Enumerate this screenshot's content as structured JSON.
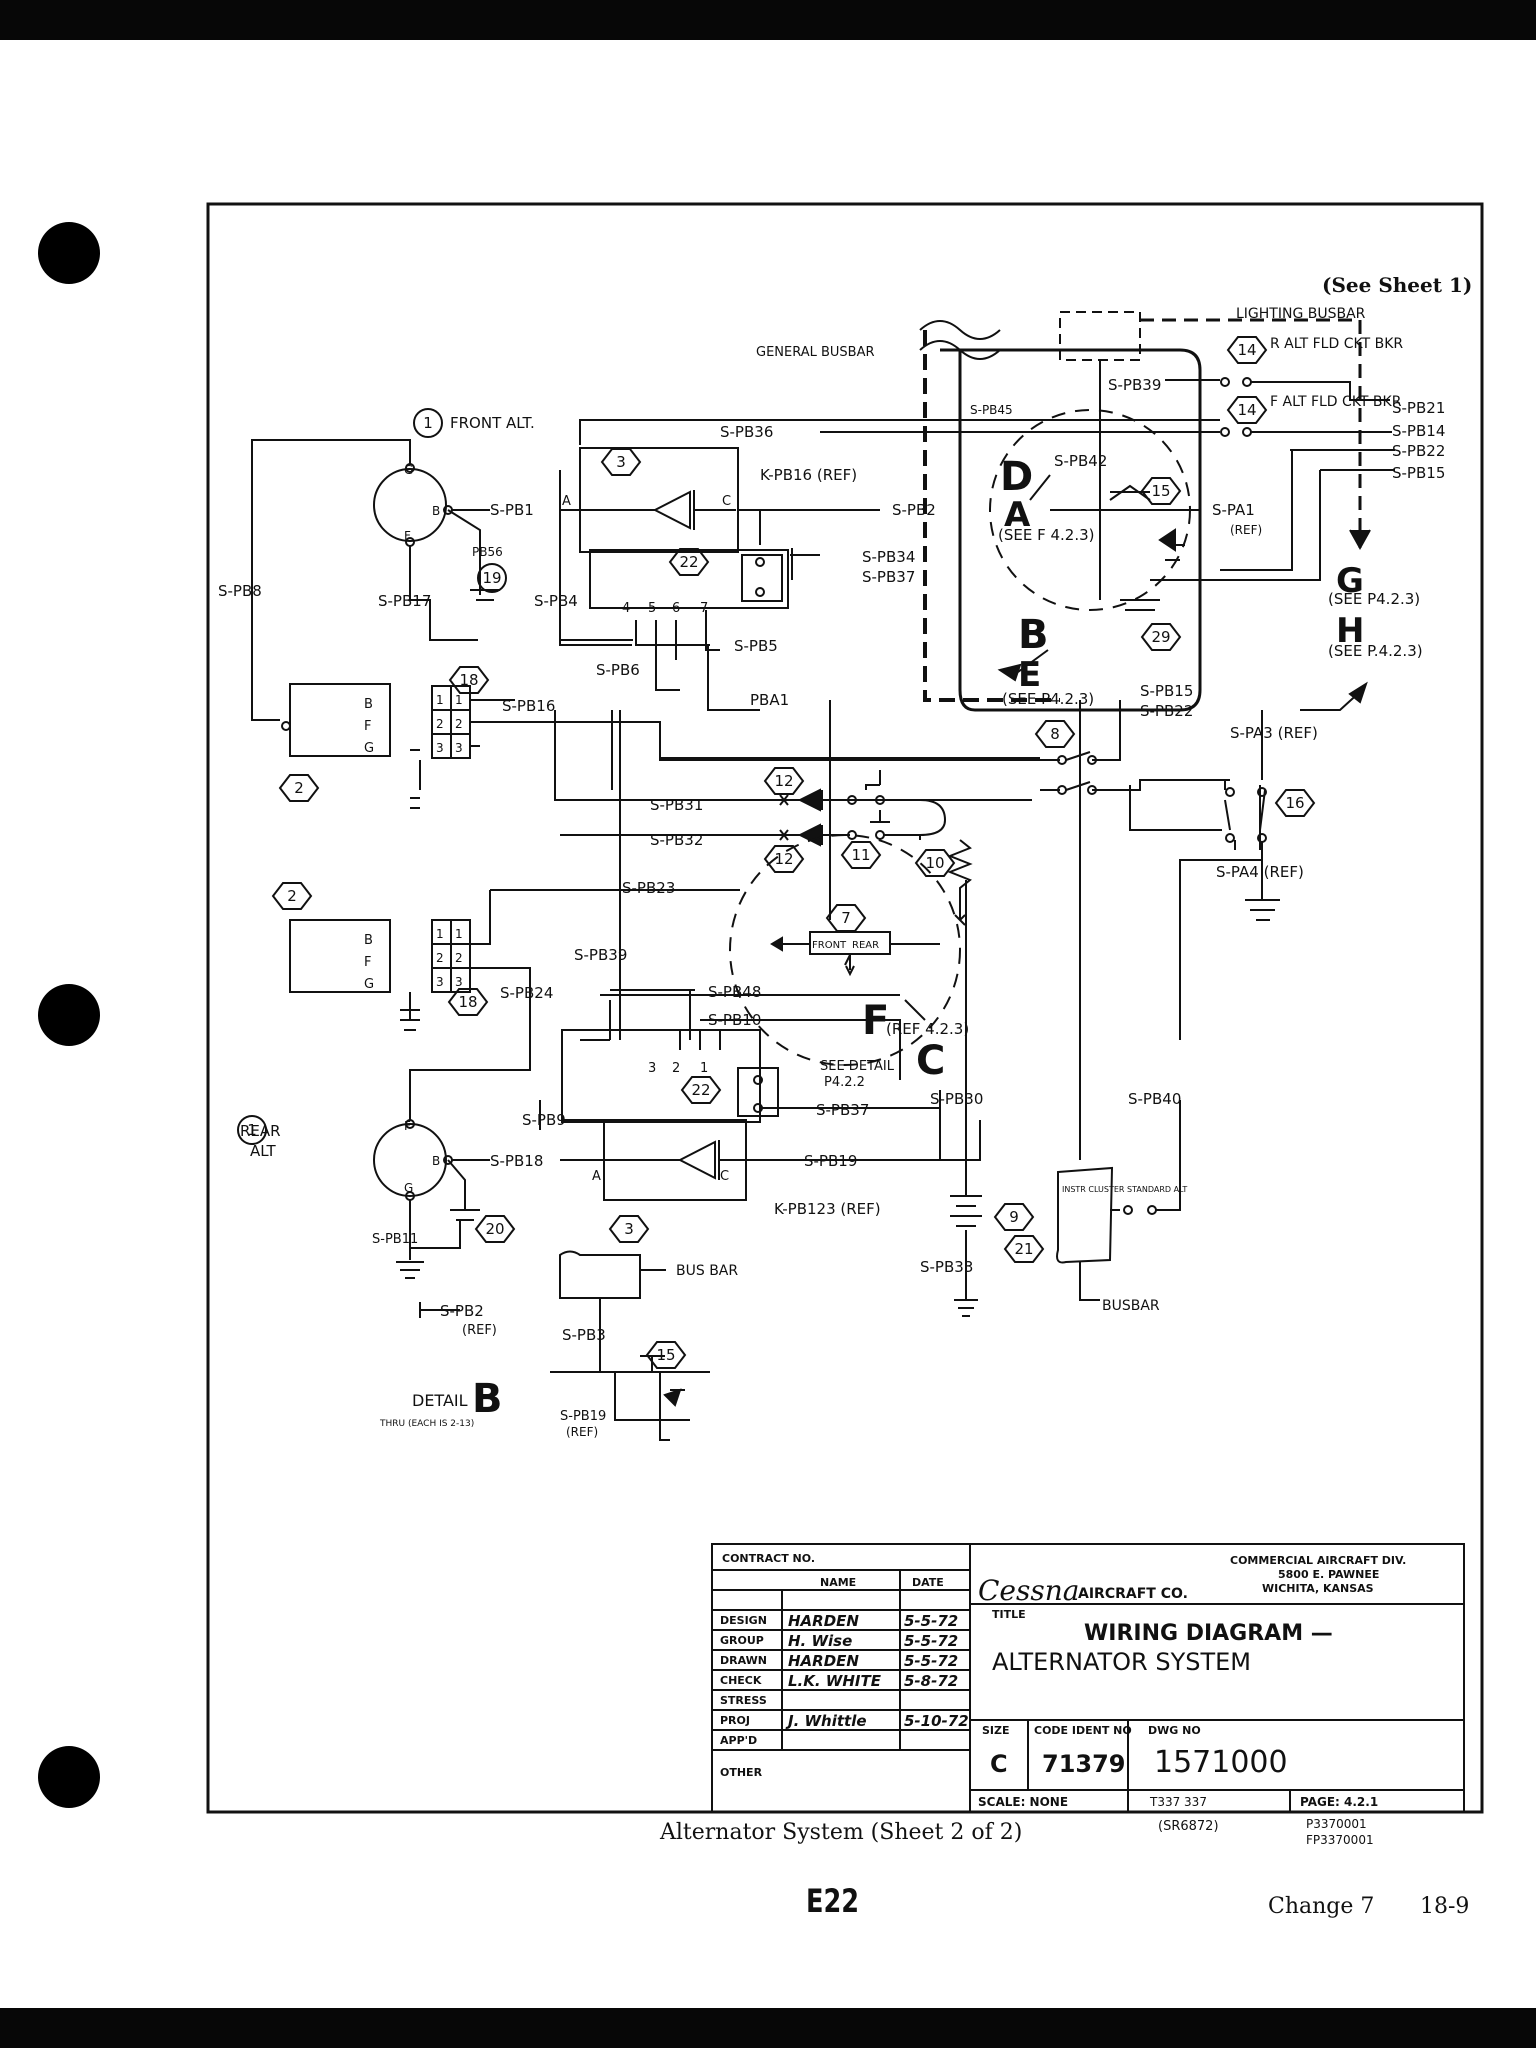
{
  "sheet_note": "(See Sheet 1)",
  "buses": {
    "lighting": "LIGHTING BUSBAR",
    "general": "GENERAL BUSBAR",
    "busbar": "BUS BAR",
    "busbar_lower": "BUSBAR",
    "instr": "INSTR CLUSTER STANDARD ALT"
  },
  "breakers": {
    "r_alt": "R ALT FLD CKT BKR",
    "f_alt": "F ALT FLD CKT BKR"
  },
  "components": {
    "front_alt": "FRONT ALT.",
    "rear_alt_1": "REAR",
    "rear_alt_2": "ALT",
    "see_detail_1": "SEE DETAIL",
    "see_detail_2": "P4.2.2",
    "detail_label": "DETAIL",
    "detail_note": "THRU (EACH IS 2-13)",
    "front": "FRONT",
    "rear": "REAR"
  },
  "letters": {
    "A": "A",
    "B": "B",
    "C": "C",
    "D": "D",
    "E": "E",
    "F": "F",
    "G": "G",
    "H": "H",
    "D_note": "(SEE F 4.2.3)",
    "E_note": "(SEE P4.2.3)",
    "F_note": "(REF 4.2.3)",
    "G_note": "(SEE P4.2.3)",
    "H_note": "(SEE P.4.2.3)"
  },
  "wires": {
    "pb1": "S-PB1",
    "pb2": "S-PB2",
    "pb3": "S-PB3",
    "pb4": "S-PB4",
    "pb5": "S-PB5",
    "pb6": "S-PB6",
    "pb8": "S-PB8",
    "pb9": "S-PB9",
    "pb10": "S-PB10",
    "pb11": "S-PB11",
    "pb14": "S-PB14",
    "pb15": "S-PB15",
    "pb15b": "S-PB15",
    "pb16": "S-PB16",
    "pb17": "S-PB17",
    "pb18": "S-PB18",
    "pb19": "S-PB19",
    "pb19ref": "S-PB19",
    "pb21": "S-PB21",
    "pb22": "S-PB22",
    "pb22b": "S-PB22",
    "pb23": "S-PB23",
    "pb24": "S-PB24",
    "pb30": "S-PB30",
    "pb31": "S-PB31",
    "pb32": "S-PB32",
    "pb33": "S-PB33",
    "pb34": "S-PB34",
    "pb36": "S-PB36",
    "pb37": "S-PB37",
    "pb37b": "S-PB37",
    "pb39": "S-PB39",
    "pb39b": "S-PB39",
    "pb40": "S-PB40",
    "pb42": "S-PB42",
    "pb45": "S-PB45",
    "pb48": "S-PB48",
    "pa1": "S-PA1",
    "pa3": "S-PA3 (REF)",
    "pa4": "S-PA4 (REF)",
    "pba1": "PBA1",
    "pb56": "PB56",
    "kpb16": "K-PB16 (REF)",
    "kpb12": "K-PB123 (REF)",
    "ref": "(REF)",
    "ref2": "(REF)",
    "ref3": "(REF)"
  },
  "terminals": {
    "B": "B",
    "F": "F",
    "G": "G",
    "A": "A",
    "C": "C",
    "n1": "1",
    "n2": "2",
    "n3": "3",
    "n4": "4",
    "n5": "5",
    "n6": "6",
    "n7": "7"
  },
  "callouts": [
    "1",
    "2",
    "3",
    "7",
    "8",
    "9",
    "10",
    "11",
    "12",
    "14",
    "15",
    "16",
    "18",
    "19",
    "20",
    "21",
    "22",
    "29"
  ],
  "title_block": {
    "contract_no": "CONTRACT NO.",
    "name_hdr": "NAME",
    "date_hdr": "DATE",
    "rows": [
      {
        "role": "DESIGN",
        "name": "HARDEN",
        "date": "5-5-72"
      },
      {
        "role": "GROUP",
        "name": "H. Wise",
        "date": "5-5-72"
      },
      {
        "role": "DRAWN",
        "name": "HARDEN",
        "date": "5-5-72"
      },
      {
        "role": "CHECK",
        "name": "L.K. WHITE",
        "date": "5-8-72"
      },
      {
        "role": "STRESS",
        "name": "",
        "date": ""
      },
      {
        "role": "PROJ",
        "name": "J. Whittle",
        "date": "5-10-72"
      },
      {
        "role": "APP'D",
        "name": "",
        "date": ""
      },
      {
        "role": "OTHER",
        "name": "",
        "date": ""
      }
    ],
    "company": "Cessna",
    "company_suffix": "AIRCRAFT CO.",
    "division_1": "COMMERCIAL AIRCRAFT DIV.",
    "division_2": "5800 E. PAWNEE",
    "division_3": "WICHITA, KANSAS",
    "title_hdr": "TITLE",
    "title_1": "WIRING DIAGRAM —",
    "title_2": "ALTERNATOR SYSTEM",
    "size_hdr": "SIZE",
    "size": "C",
    "code_hdr": "CODE IDENT NO",
    "code": "71379",
    "dwg_hdr": "DWG NO",
    "dwg": "1571000",
    "scale": "SCALE: NONE",
    "sheet_ref": "T337 337",
    "page": "PAGE: 4.2.1",
    "effectivity": "(SR6872)",
    "serial_1": "P3370001",
    "serial_2": "FP3370001"
  },
  "caption": "Alternator System (Sheet 2 of 2)",
  "page_id": "E22",
  "change": "Change 7",
  "page_number": "18-9"
}
